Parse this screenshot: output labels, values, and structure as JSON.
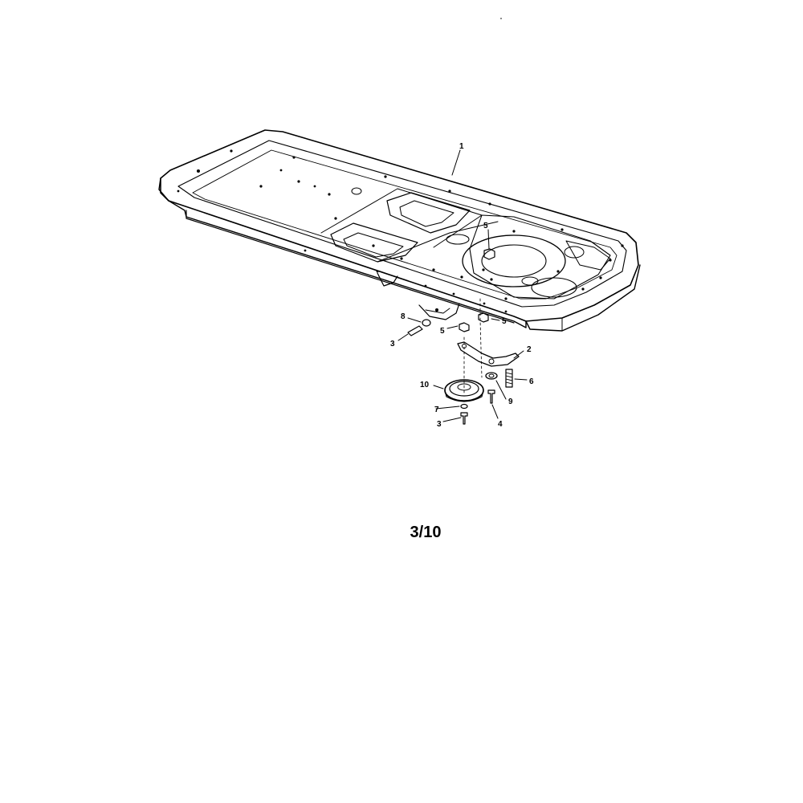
{
  "diagram": {
    "callouts": {
      "c1": "1",
      "c2": "2",
      "c3a": "3",
      "c3b": "3",
      "c4": "4",
      "c5a": "5",
      "c5b": "5",
      "c5c": "5",
      "c6": "6",
      "c7": "7",
      "c8": "8",
      "c9": "9",
      "c10": "10"
    }
  },
  "page_number": "3/10"
}
